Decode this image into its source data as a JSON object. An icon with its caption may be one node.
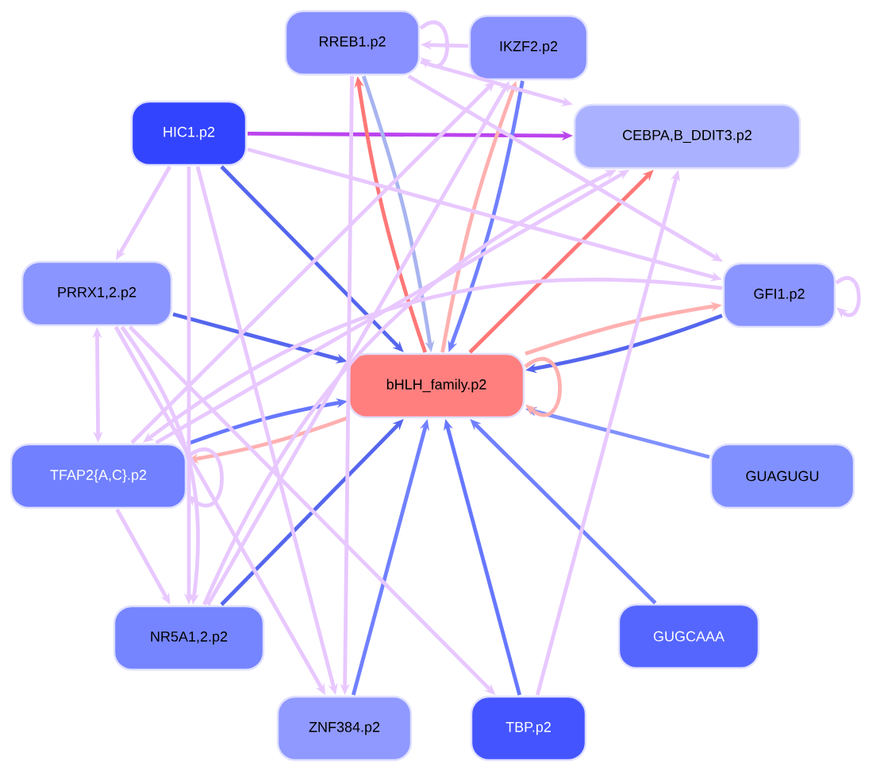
{
  "diagram": {
    "nodes": [
      {
        "text": [
          "RREB1.p2"
        ]
      },
      {
        "text": [
          "IKZF2.p2"
        ]
      },
      {
        "text": [
          "HIC1.p2"
        ]
      },
      {
        "text": [
          "CEBPA,B_DDIT3.p2"
        ]
      },
      {
        "text": [
          "PRRX1,2.p2"
        ]
      },
      {
        "text": [
          "GFI1.p2"
        ]
      },
      {
        "text": [
          "bHLH_family.p2"
        ]
      },
      {
        "text": [
          "TFAP2{A,C}.p2"
        ]
      },
      {
        "text": [
          "GUAGUGU"
        ]
      },
      {
        "text": [
          "NR5A1,2.p2"
        ]
      },
      {
        "text": [
          "GUGCAAA"
        ]
      },
      {
        "text": [
          "ZNF384.p2"
        ]
      },
      {
        "text": [
          "TBP.p2"
        ]
      }
    ],
    "edges": [
      {
        "from": 2,
        "to": 3,
        "arrow": "to",
        "color": "#bb44ee"
      },
      {
        "from": 2,
        "to": 6,
        "arrow": "to",
        "color": "#5566ee"
      },
      {
        "from": 4,
        "to": 6,
        "arrow": "to",
        "color": "#5566ee"
      },
      {
        "from": 6,
        "to": 0,
        "arrow": "to",
        "color": "#ff7777"
      },
      {
        "from": 0,
        "to": 6,
        "arrow": "to",
        "color": "#a8b4f0"
      },
      {
        "from": 1,
        "to": 6,
        "arrow": "to",
        "color": "#7080ff"
      },
      {
        "from": 6,
        "to": 1,
        "arrow": "to",
        "color": "#ffb0b0"
      },
      {
        "from": 5,
        "to": 6,
        "arrow": "to",
        "color": "#5566ee"
      },
      {
        "from": 6,
        "to": 5,
        "arrow": "to",
        "color": "#ffb0b0"
      },
      {
        "from": 7,
        "to": 6,
        "arrow": "to",
        "color": "#6677ff"
      },
      {
        "from": 6,
        "to": 7,
        "arrow": "to",
        "color": "#ffb0b0"
      },
      {
        "from": 9,
        "to": 6,
        "arrow": "to",
        "color": "#5566ee"
      },
      {
        "from": 11,
        "to": 6,
        "arrow": "to",
        "color": "#7080ff"
      },
      {
        "from": 12,
        "to": 6,
        "arrow": "to",
        "color": "#6677ff"
      },
      {
        "from": 10,
        "to": 6,
        "arrow": "to",
        "color": "#7080ff"
      },
      {
        "from": 8,
        "to": 6,
        "arrow": "to",
        "color": "#8090ff"
      },
      {
        "from": 6,
        "to": 3,
        "arrow": "to",
        "color": "#ff7777"
      },
      {
        "from": 6,
        "to": 6,
        "arrow": "to",
        "color": "#ffb0b0"
      },
      {
        "from": 0,
        "to": 0,
        "arrow": "to"
      },
      {
        "from": 1,
        "to": 0,
        "arrow": "to"
      },
      {
        "from": 0,
        "to": 3,
        "arrow": "to"
      },
      {
        "from": 0,
        "to": 5,
        "arrow": "to"
      },
      {
        "from": 2,
        "to": 4,
        "arrow": "to"
      },
      {
        "from": 2,
        "to": 9,
        "arrow": "to"
      },
      {
        "from": 2,
        "to": 5,
        "arrow": "to"
      },
      {
        "from": 4,
        "to": 7,
        "arrow": "both"
      },
      {
        "from": 4,
        "to": 9,
        "arrow": "to"
      },
      {
        "from": 4,
        "to": 11,
        "arrow": "to"
      },
      {
        "from": 4,
        "to": 12,
        "arrow": "to"
      },
      {
        "from": 7,
        "to": 3,
        "arrow": "to"
      },
      {
        "from": 7,
        "to": 1,
        "arrow": "to"
      },
      {
        "from": 7,
        "to": 7,
        "arrow": "to"
      },
      {
        "from": 7,
        "to": 9,
        "arrow": "to"
      },
      {
        "from": 9,
        "to": 3,
        "arrow": "to"
      },
      {
        "from": 9,
        "to": 1,
        "arrow": "to"
      },
      {
        "from": 5,
        "to": 7,
        "arrow": "to"
      },
      {
        "from": 5,
        "to": 5,
        "arrow": "to"
      },
      {
        "from": 12,
        "to": 3,
        "arrow": "to"
      },
      {
        "from": 0,
        "to": 11,
        "arrow": "to"
      },
      {
        "from": 2,
        "to": 11,
        "arrow": "to"
      }
    ]
  }
}
